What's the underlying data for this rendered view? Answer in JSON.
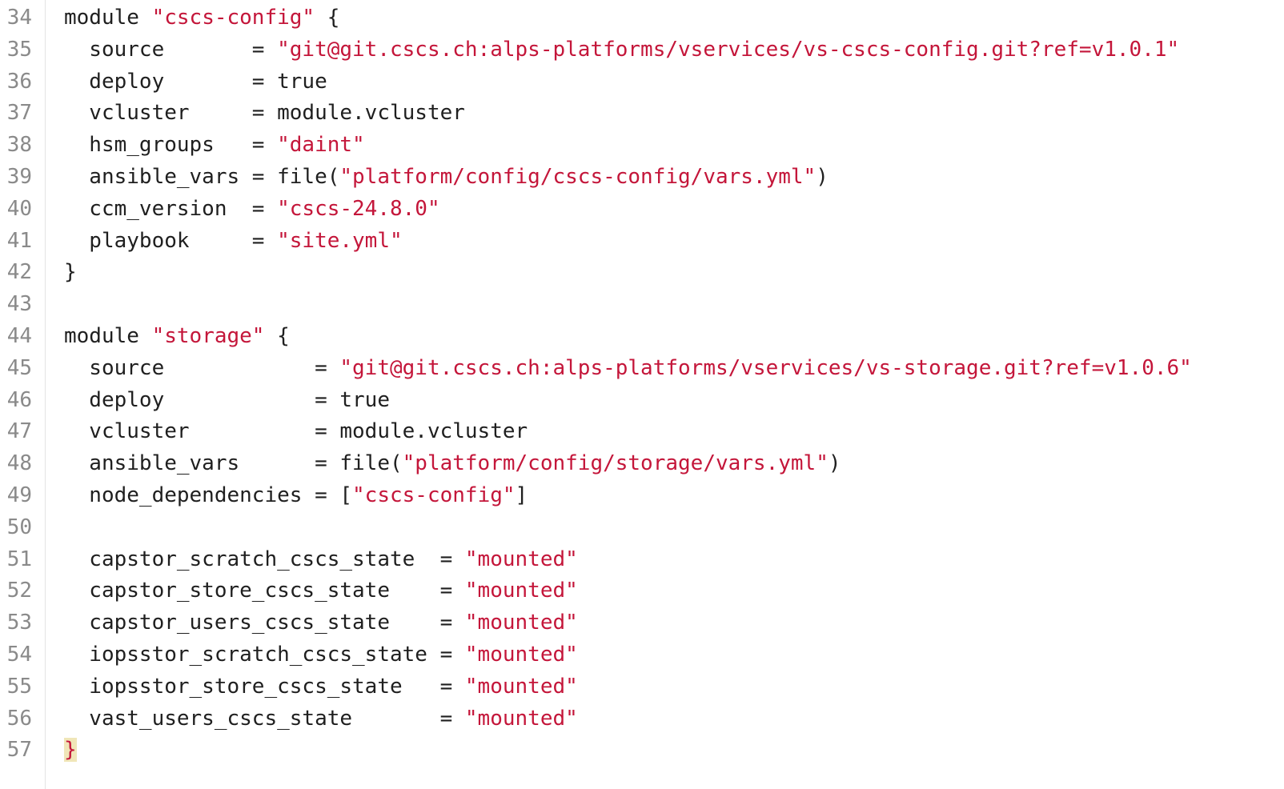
{
  "editor": {
    "lines": [
      {
        "n": "34",
        "segments": [
          {
            "t": "module ",
            "k": "kw"
          },
          {
            "t": "\"cscs-config\"",
            "k": "str"
          },
          {
            "t": " {",
            "k": "plain"
          }
        ]
      },
      {
        "n": "35",
        "segments": [
          {
            "t": "  source       = ",
            "k": "plain"
          },
          {
            "t": "\"git@git.cscs.ch:alps-platforms/vservices/vs-cscs-config.git?ref=v1.0.1\"",
            "k": "str"
          }
        ]
      },
      {
        "n": "36",
        "segments": [
          {
            "t": "  deploy       = ",
            "k": "plain"
          },
          {
            "t": "true",
            "k": "bool"
          }
        ]
      },
      {
        "n": "37",
        "segments": [
          {
            "t": "  vcluster     = module.vcluster",
            "k": "plain"
          }
        ]
      },
      {
        "n": "38",
        "segments": [
          {
            "t": "  hsm_groups   = ",
            "k": "plain"
          },
          {
            "t": "\"daint\"",
            "k": "str"
          }
        ]
      },
      {
        "n": "39",
        "segments": [
          {
            "t": "  ansible_vars = file(",
            "k": "plain"
          },
          {
            "t": "\"platform/config/cscs-config/vars.yml\"",
            "k": "str"
          },
          {
            "t": ")",
            "k": "plain"
          }
        ]
      },
      {
        "n": "40",
        "segments": [
          {
            "t": "  ccm_version  = ",
            "k": "plain"
          },
          {
            "t": "\"cscs-24.8.0\"",
            "k": "str"
          }
        ]
      },
      {
        "n": "41",
        "segments": [
          {
            "t": "  playbook     = ",
            "k": "plain"
          },
          {
            "t": "\"site.yml\"",
            "k": "str"
          }
        ]
      },
      {
        "n": "42",
        "segments": [
          {
            "t": "}",
            "k": "plain"
          }
        ]
      },
      {
        "n": "43",
        "segments": []
      },
      {
        "n": "44",
        "segments": [
          {
            "t": "module ",
            "k": "kw"
          },
          {
            "t": "\"storage\"",
            "k": "str"
          },
          {
            "t": " {",
            "k": "plain"
          }
        ]
      },
      {
        "n": "45",
        "segments": [
          {
            "t": "  source            = ",
            "k": "plain"
          },
          {
            "t": "\"git@git.cscs.ch:alps-platforms/vservices/vs-storage.git?ref=v1.0.6\"",
            "k": "str"
          }
        ]
      },
      {
        "n": "46",
        "segments": [
          {
            "t": "  deploy            = ",
            "k": "plain"
          },
          {
            "t": "true",
            "k": "bool"
          }
        ]
      },
      {
        "n": "47",
        "segments": [
          {
            "t": "  vcluster          = module.vcluster",
            "k": "plain"
          }
        ]
      },
      {
        "n": "48",
        "segments": [
          {
            "t": "  ansible_vars      = file(",
            "k": "plain"
          },
          {
            "t": "\"platform/config/storage/vars.yml\"",
            "k": "str"
          },
          {
            "t": ")",
            "k": "plain"
          }
        ]
      },
      {
        "n": "49",
        "segments": [
          {
            "t": "  node_dependencies = [",
            "k": "plain"
          },
          {
            "t": "\"cscs-config\"",
            "k": "str"
          },
          {
            "t": "]",
            "k": "plain"
          }
        ]
      },
      {
        "n": "50",
        "segments": []
      },
      {
        "n": "51",
        "segments": [
          {
            "t": "  capstor_scratch_cscs_state  = ",
            "k": "plain"
          },
          {
            "t": "\"mounted\"",
            "k": "str"
          }
        ]
      },
      {
        "n": "52",
        "segments": [
          {
            "t": "  capstor_store_cscs_state    = ",
            "k": "plain"
          },
          {
            "t": "\"mounted\"",
            "k": "str"
          }
        ]
      },
      {
        "n": "53",
        "segments": [
          {
            "t": "  capstor_users_cscs_state    = ",
            "k": "plain"
          },
          {
            "t": "\"mounted\"",
            "k": "str"
          }
        ]
      },
      {
        "n": "54",
        "segments": [
          {
            "t": "  iopsstor_scratch_cscs_state = ",
            "k": "plain"
          },
          {
            "t": "\"mounted\"",
            "k": "str"
          }
        ]
      },
      {
        "n": "55",
        "segments": [
          {
            "t": "  iopsstor_store_cscs_state   = ",
            "k": "plain"
          },
          {
            "t": "\"mounted\"",
            "k": "str"
          }
        ]
      },
      {
        "n": "56",
        "segments": [
          {
            "t": "  vast_users_cscs_state       = ",
            "k": "plain"
          },
          {
            "t": "\"mounted\"",
            "k": "str"
          }
        ]
      },
      {
        "n": "57",
        "segments": [
          {
            "t": "}",
            "k": "brace-hl"
          }
        ]
      }
    ]
  },
  "colors": {
    "string": "#c4163a",
    "plain": "#1f1f1f",
    "line_number": "#8a8a8a",
    "brace_highlight_bg": "#f0e6b8"
  }
}
